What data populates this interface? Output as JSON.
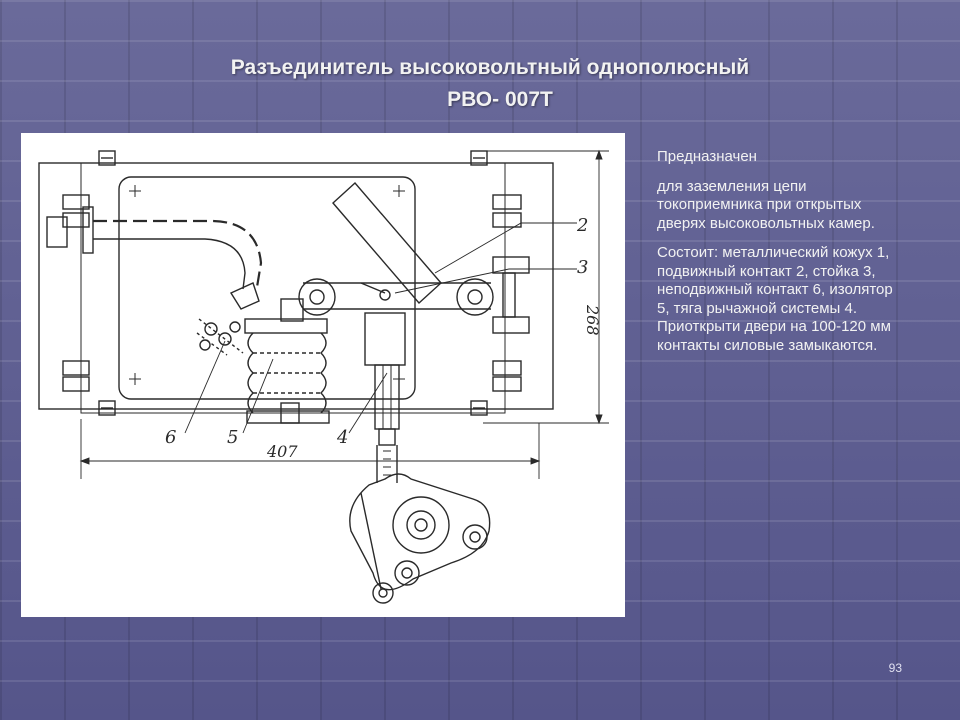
{
  "slide": {
    "title_line1": "Разъединитель высоковольтный однополюсный",
    "title_line2": "РВО- 007Т",
    "paragraphs": [
      "Предназначен",
      "для заземления цепи токоприемника при открытых дверях высоковольтных камер.",
      "Состоит: металлический кожух 1, подвижный контакт 2, стойка 3, неподвижный контакт 6, изолятор 5, тяга рычажной системы 4. Приоткрыти двери на 100-120 мм контакты силовые замыкаются."
    ],
    "page_number": "93"
  },
  "drawing": {
    "dim_width": "407",
    "dim_height": "268",
    "labels": [
      "2",
      "3",
      "6",
      "5",
      "4"
    ]
  },
  "colors": {
    "background": "#5a5a8a",
    "text": "#f2f2f2",
    "line": "#2a2a2a"
  }
}
